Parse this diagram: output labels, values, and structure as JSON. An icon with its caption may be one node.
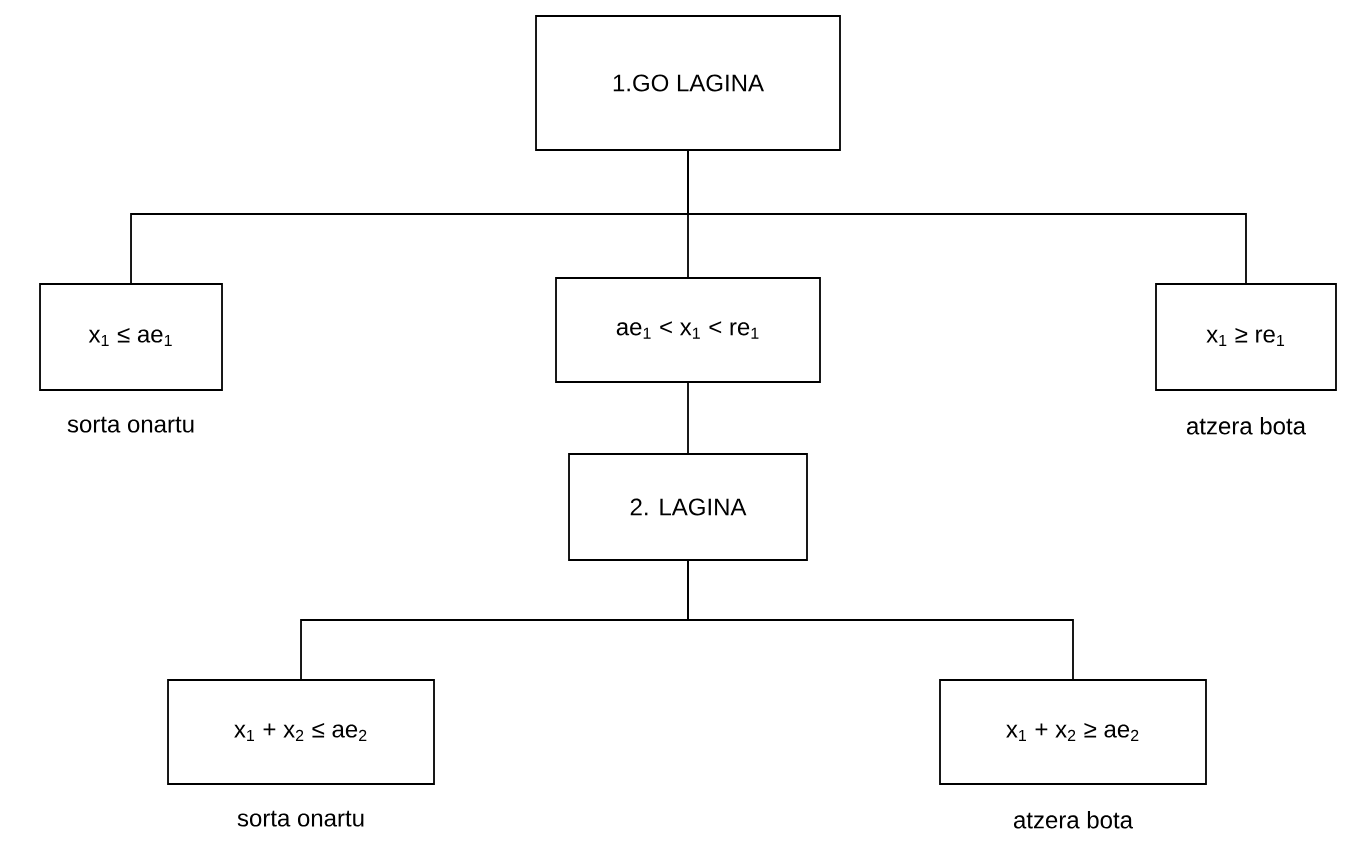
{
  "diagram": {
    "nodes": [
      {
        "text": [
          "1.GO LAGINA"
        ]
      },
      {
        "text": [
          "x$_{1}$ ≤ ae$_{1}$"
        ],
        "beside": [
          "sorta onartu"
        ]
      },
      {
        "text": [
          "ae$_{1}$ < x$_{1}$ < re$_{1}$"
        ]
      },
      {
        "text": [
          "x$_{1}$ ≥ re$_{1}$"
        ],
        "beside": [
          "atzera bota"
        ]
      },
      {
        "text": [
          "2. LAGINA"
        ]
      },
      {
        "text": [
          "x$_{1}$ + x$_{2}$ ≤ ae$_{2}$"
        ],
        "beside": [
          "sorta onartu"
        ]
      },
      {
        "text": [
          "x$_{1}$ + x$_{2}$ ≥ ae$_{2}$"
        ],
        "beside": [
          "atzera bota"
        ]
      }
    ],
    "edges": [
      {
        "from": 0,
        "to": 1,
        "arrow": "none"
      },
      {
        "from": 0,
        "to": 2,
        "arrow": "none"
      },
      {
        "from": 0,
        "to": 3,
        "arrow": "none"
      },
      {
        "from": 2,
        "to": 4,
        "arrow": "none"
      },
      {
        "from": 4,
        "to": 5,
        "arrow": "none"
      },
      {
        "from": 4,
        "to": 6,
        "arrow": "none"
      }
    ]
  }
}
